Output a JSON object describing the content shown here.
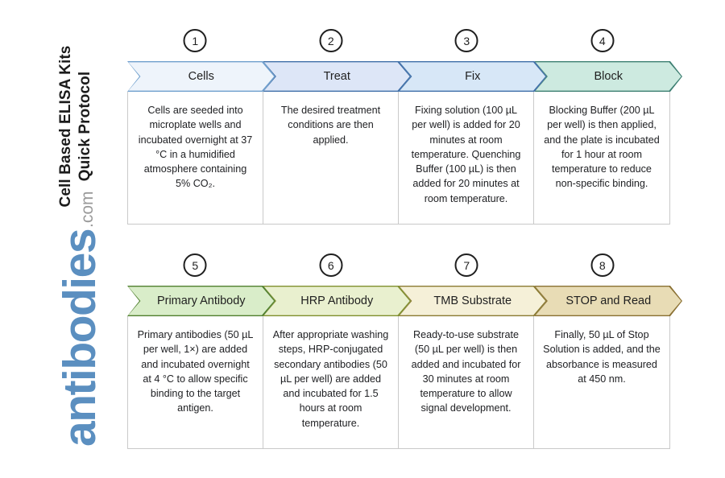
{
  "page": {
    "title_line1": "Cell Based ELISA Kits",
    "title_line2": "Quick Protocol",
    "logo_word": "antibodies",
    "logo_suffix": ".com"
  },
  "colors": {
    "step1_fill": "#eef4fb",
    "step1_border": "#6f9fcd",
    "step2_fill": "#dde6f7",
    "step2_border": "#3f6fa8",
    "step3_fill": "#d7e7f7",
    "step3_border": "#3f6fa8",
    "step4_fill": "#cdeae0",
    "step4_border": "#3d7f72",
    "step5_fill": "#d9edc9",
    "step5_border": "#4f7f2e",
    "step6_fill": "#e9f0cf",
    "step6_border": "#7f8f2e",
    "step7_fill": "#f5f0d8",
    "step7_border": "#8a7a32",
    "step8_fill": "#e8dcb5",
    "step8_border": "#8a7032",
    "table_border": "#c9c9c9",
    "number_ring": "#1f1f1f",
    "logo_blue": "#5b8fc0",
    "logo_gray": "#9a9a9a"
  },
  "rows": [
    {
      "steps": [
        {
          "number": "1",
          "label": "Cells",
          "body": "Cells are seeded into microplate wells and incubated overnight at 37 °C in a humidified atmosphere containing 5% CO₂."
        },
        {
          "number": "2",
          "label": "Treat",
          "body": "The desired treatment conditions are then applied."
        },
        {
          "number": "3",
          "label": "Fix",
          "body": "Fixing solution (100 µL per well) is added for 20 minutes at room temperature. Quenching Buffer (100 µL) is then added for 20 minutes at room temperature."
        },
        {
          "number": "4",
          "label": "Block",
          "body": "Blocking Buffer (200 µL per well) is then applied, and the plate is incubated for 1 hour at room temperature to reduce non-specific binding."
        }
      ]
    },
    {
      "steps": [
        {
          "number": "5",
          "label": "Primary Antibody",
          "body": "Primary antibodies (50 µL per well, 1×) are added and incubated overnight at 4 °C to allow specific binding to the target antigen."
        },
        {
          "number": "6",
          "label": "HRP Antibody",
          "body": "After appropriate washing steps, HRP-conjugated secondary antibodies (50 µL per well) are added and incubated for 1.5 hours at room temperature."
        },
        {
          "number": "7",
          "label": "TMB Substrate",
          "body": "Ready-to-use substrate (50 µL per well) is then added and incubated for 30 minutes at room temperature to allow signal development."
        },
        {
          "number": "8",
          "label": "STOP and Read",
          "body": "Finally, 50 µL of Stop Solution is added, and the absorbance is measured at 450 nm."
        }
      ]
    }
  ]
}
